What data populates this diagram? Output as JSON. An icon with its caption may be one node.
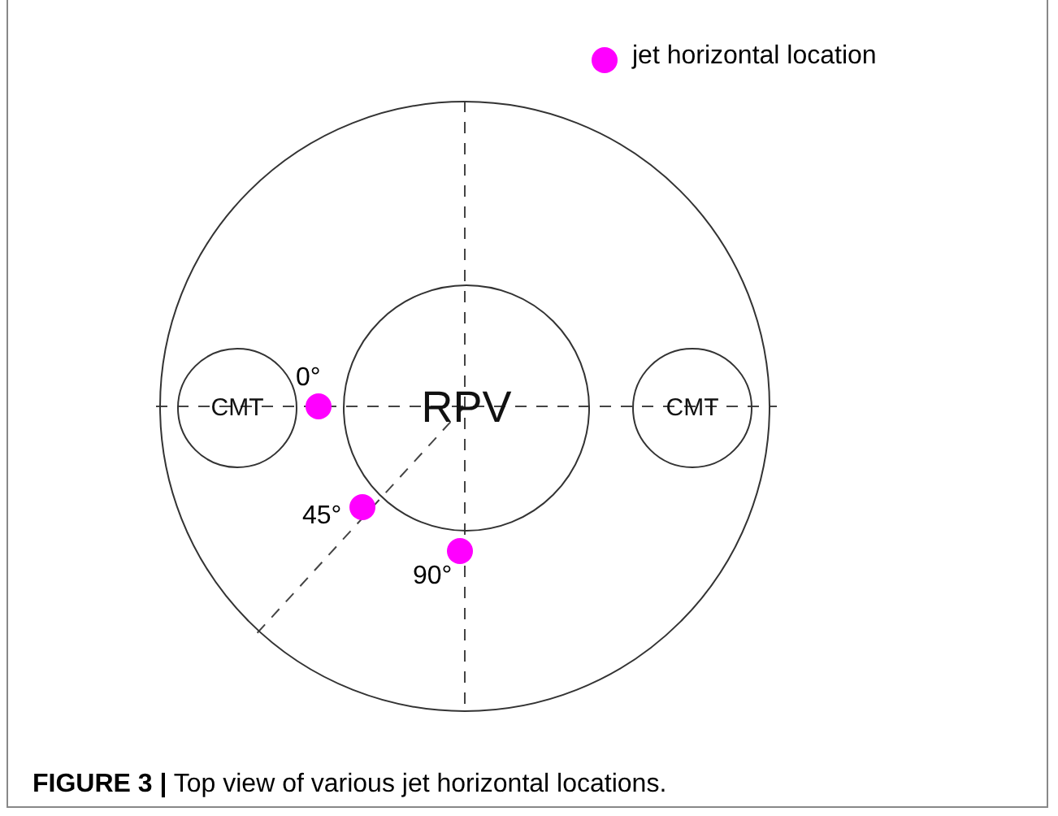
{
  "diagram": {
    "caption": "**FIGURE 3 |** Top view of various jet horizontal locations.",
    "nodes": [
      {
        "text": [],
        "shape": "circle"
      },
      {
        "text": [
          "CMT"
        ],
        "in": 0
      },
      {
        "text": [
          "RPV"
        ],
        "in": 0
      },
      {
        "text": [
          "CMT"
        ],
        "in": 0
      }
    ],
    "edges": [],
    "labels": [
      "0°",
      "45°",
      "90°"
    ],
    "legend": [
      {
        "text": "jet horizontal location",
        "color": "#ff00ff"
      }
    ]
  }
}
